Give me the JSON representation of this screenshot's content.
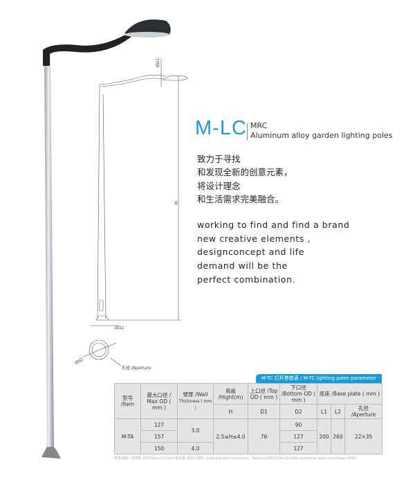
{
  "title": "M-LC",
  "subtitle_code": "MRC",
  "subtitle": "Aluminum alloy garden lighting poles",
  "cn_lines": [
    "致力于寻找",
    "和发现全新的创意元素，",
    "将设计理念",
    "和生活需求完美融合。"
  ],
  "en_lines": [
    "working to find and find a brand",
    "new creative elements ,",
    "designconcept and life",
    "demand will be the",
    "perfect combination."
  ],
  "drawing": {
    "d1": "ØD1",
    "h": "H",
    "d2": "ØD2",
    "d2b": "Ød2",
    "aperture": "孔径 /Aperture"
  },
  "table": {
    "caption": "M-TC 灯杆参数表 / M-TC lighting poles parameter",
    "headers": {
      "item": "型号 /Item",
      "max_od": "最大口径 / Max OD ( mm )",
      "wall": "壁厚 /Wall",
      "wall_sub": "Thickness ( mm )",
      "height": "高度 /Hight(m)",
      "top_od": "上口径 /Top OD ( mm )",
      "bottom_od": "下口径 /Bottom OD ( mm )",
      "base": "底座 /Base plate ( mm )",
      "h": "H",
      "d1": "D1",
      "d2": "D2",
      "l1": "L1",
      "l2": "L2",
      "aperture": "孔径 /Aperture"
    },
    "model": "M-TA",
    "max_od": [
      "127",
      "157",
      "150"
    ],
    "wall": [
      "3.0",
      "4.0"
    ],
    "height": "2.5≤H≤4.0",
    "d1": "76",
    "d2": [
      "90",
      "127",
      "127"
    ],
    "l1": "200",
    "l2": "260",
    "aperture": "22×35"
  },
  "footnote": "杆体说明：原材料 Ø157mm×3.0mm 铝合金 6063 圆管 / Lighting pole instruction：Material Ø157mm×3.0mm aluminum alloy round pipe 6063"
}
